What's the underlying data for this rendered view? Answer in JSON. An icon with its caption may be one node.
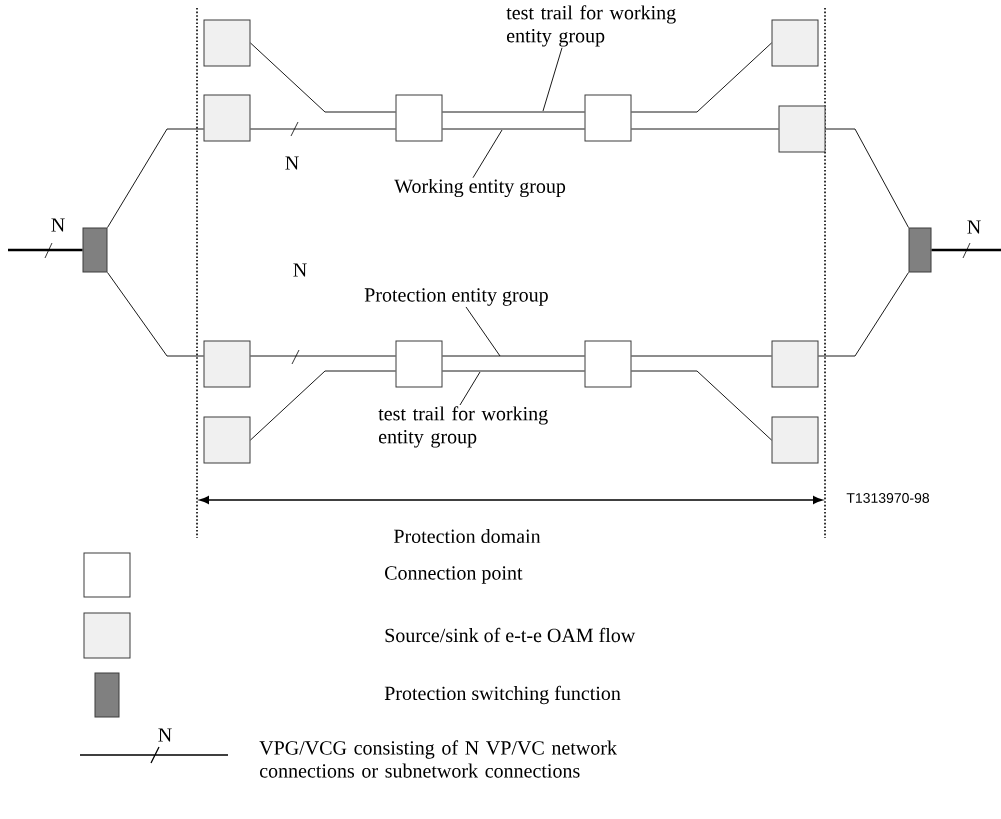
{
  "diagram": {
    "nodes": [
      {
        "text": [],
        "shape": "box"
      },
      {
        "text": [],
        "shape": "box"
      },
      {
        "text": [],
        "shape": "box"
      },
      {
        "text": [],
        "shape": "box"
      },
      {
        "text": [],
        "shape": "box"
      },
      {
        "text": [],
        "shape": "box"
      },
      {
        "text": [],
        "shape": "box"
      },
      {
        "text": [],
        "shape": "box"
      },
      {
        "text": [],
        "shape": "box"
      },
      {
        "text": [],
        "shape": "box"
      },
      {
        "text": [],
        "shape": "box"
      },
      {
        "text": [],
        "shape": "box"
      },
      {
        "text": [],
        "shape": "box"
      },
      {
        "text": [],
        "shape": "box"
      },
      {
        "text": [
          "test trail for working entity group"
        ]
      },
      {
        "text": [
          "Working entity group"
        ]
      },
      {
        "text": [
          "Protection entity group"
        ]
      },
      {
        "text": [
          "test trail for working entity group"
        ]
      }
    ],
    "edges": [
      {
        "from": 0,
        "to": 4,
        "arrow": "none"
      },
      {
        "from": 4,
        "to": 10,
        "arrow": "none"
      },
      {
        "from": 10,
        "to": 11,
        "arrow": "none"
      },
      {
        "from": 11,
        "to": 5,
        "arrow": "none"
      },
      {
        "from": 5,
        "to": 1,
        "arrow": "none"
      },
      {
        "from": 2,
        "to": 10,
        "arrow": "none"
      },
      {
        "from": 10,
        "to": 11,
        "arrow": "none"
      },
      {
        "from": 11,
        "to": 3,
        "arrow": "none"
      },
      {
        "from": 0,
        "to": 6,
        "arrow": "none"
      },
      {
        "from": 6,
        "to": 12,
        "arrow": "none"
      },
      {
        "from": 12,
        "to": 13,
        "arrow": "none"
      },
      {
        "from": 13,
        "to": 7,
        "arrow": "none"
      },
      {
        "from": 7,
        "to": 1,
        "arrow": "none"
      },
      {
        "from": 8,
        "to": 12,
        "arrow": "none"
      },
      {
        "from": 12,
        "to": 13,
        "arrow": "none"
      },
      {
        "from": 13,
        "to": 9,
        "arrow": "none"
      },
      {
        "from": null,
        "to": 0,
        "arrow": "none",
        "style": "thick"
      },
      {
        "from": 1,
        "to": null,
        "arrow": "none",
        "style": "thick"
      },
      {
        "from": 14,
        "to": null,
        "arrow": "none"
      },
      {
        "from": 15,
        "to": null,
        "arrow": "none"
      },
      {
        "from": 16,
        "to": null,
        "arrow": "none"
      },
      {
        "from": 17,
        "to": null,
        "arrow": "none"
      }
    ],
    "labels": [
      "N",
      "N",
      "N",
      "N",
      "T1313970-98",
      "Protection domain",
      "N"
    ],
    "legend": [
      {
        "text": "Connection point"
      },
      {
        "text": "Source/sink of e-t-e OAM flow",
        "color": "#f0f0f0"
      },
      {
        "text": "Protection switching function",
        "color": "#808080"
      },
      {
        "text": "VPG/VCG consisting of N VP/VC network connections or subnetwork connections"
      }
    ]
  }
}
